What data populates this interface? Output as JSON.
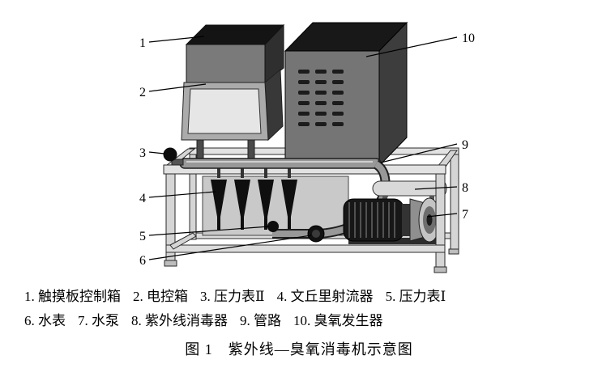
{
  "figure": {
    "callouts": [
      "1",
      "2",
      "3",
      "4",
      "5",
      "6",
      "7",
      "8",
      "9",
      "10"
    ],
    "parts": {
      "1": "触摸板控制箱",
      "2": "电控箱",
      "3": "压力表Ⅱ",
      "4": "文丘里射流器",
      "5": "压力表Ⅰ",
      "6": "水表",
      "7": "水泵",
      "8": "紫外线消毒器",
      "9": "管路",
      "10": "臭氧发生器"
    }
  },
  "legend": {
    "row1": [
      "1. 触摸板控制箱",
      "2. 电控箱",
      "3. 压力表Ⅱ",
      "4. 文丘里射流器",
      "5. 压力表Ⅰ"
    ],
    "row2": [
      "6. 水表",
      "7. 水泵",
      "8. 紫外线消毒器",
      "9. 管路",
      "10. 臭氧发生器"
    ]
  },
  "caption": "图 1　紫外线—臭氧消毒机示意图",
  "colors": {
    "ink": "#000000",
    "background": "#ffffff"
  }
}
